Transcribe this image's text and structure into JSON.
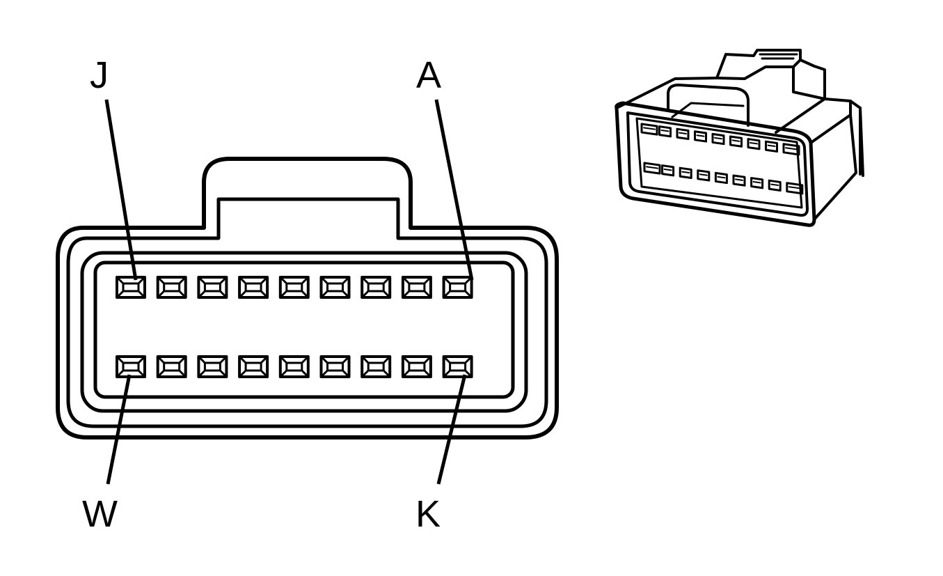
{
  "diagram": {
    "type": "connector-pinout",
    "front_view": {
      "rows": 2,
      "cavities_per_row": 9,
      "pin_labels": {
        "top_right": "A",
        "top_left": "J",
        "bottom_right": "K",
        "bottom_left": "W"
      }
    },
    "iso_view": {
      "rows": 2,
      "cavities_per_row": 9
    },
    "colors": {
      "line": "#000000",
      "background": "#ffffff"
    }
  }
}
